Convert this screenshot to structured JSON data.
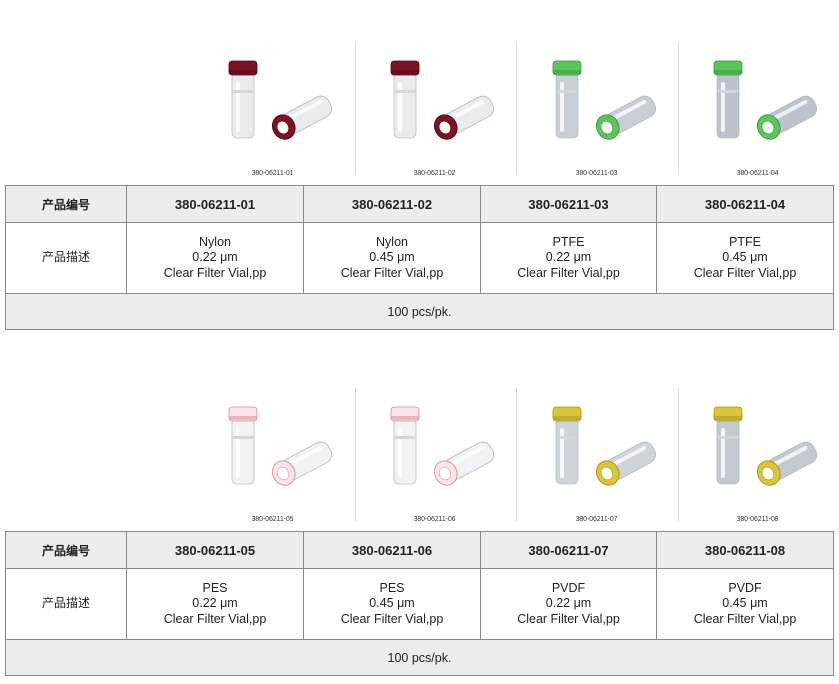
{
  "row_header_label": "产品编号",
  "row_desc_label": "产品描述",
  "sections": [
    {
      "products": [
        {
          "pn": "380-06211-01",
          "material": "Nylon",
          "pore": "0.22 μm",
          "desc": "Clear Filter Vial,pp",
          "cap_color": "#7a1424",
          "cap_dark": "#4e0a15",
          "vial_tint": "#e8ecef"
        },
        {
          "pn": "380-06211-02",
          "material": "Nylon",
          "pore": "0.45 μm",
          "desc": "Clear Filter Vial,pp",
          "cap_color": "#7a1424",
          "cap_dark": "#4e0a15",
          "vial_tint": "#e8ecef"
        },
        {
          "pn": "380-06211-03",
          "material": "PTFE",
          "pore": "0.22 μm",
          "desc": "Clear Filter Vial,pp",
          "cap_color": "#5cc45c",
          "cap_dark": "#3a963a",
          "vial_tint": "#c8ced6"
        },
        {
          "pn": "380-06211-04",
          "material": "PTFE",
          "pore": "0.45 μm",
          "desc": "Clear Filter Vial,pp",
          "cap_color": "#5cc45c",
          "cap_dark": "#3a963a",
          "vial_tint": "#bcc3cc"
        }
      ],
      "footer": "100 pcs/pk."
    },
    {
      "products": [
        {
          "pn": "380-06211-05",
          "material": "PES",
          "pore": "0.22 μm",
          "desc": "Clear Filter Vial,pp",
          "cap_color": "#f6e4e6",
          "cap_dark": "#d98c96",
          "vial_tint": "#f0f2f4"
        },
        {
          "pn": "380-06211-06",
          "material": "PES",
          "pore": "0.45 μm",
          "desc": "Clear Filter Vial,pp",
          "cap_color": "#f6e4e6",
          "cap_dark": "#d98c96",
          "vial_tint": "#f0f2f4"
        },
        {
          "pn": "380-06211-07",
          "material": "PVDF",
          "pore": "0.22 μm",
          "desc": "Clear Filter Vial,pp",
          "cap_color": "#d9c43a",
          "cap_dark": "#a8951c",
          "vial_tint": "#cfd4da"
        },
        {
          "pn": "380-06211-08",
          "material": "PVDF",
          "pore": "0.45 μm",
          "desc": "Clear Filter Vial,pp",
          "cap_color": "#d9c43a",
          "cap_dark": "#a8951c",
          "vial_tint": "#c3c9d0"
        }
      ],
      "footer": "100 pcs/pk."
    }
  ]
}
